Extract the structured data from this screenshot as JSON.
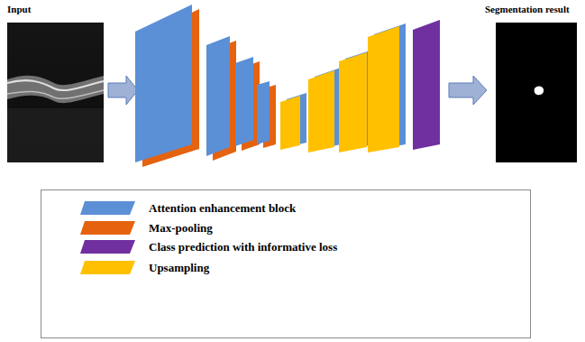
{
  "diagram": {
    "labels": [
      "Input",
      "Segmentation result"
    ],
    "legend": [
      {
        "text": "Attention enhancement block",
        "color": "#5b8fd6"
      },
      {
        "text": "Max-pooling",
        "color": "#e5620f"
      },
      {
        "text": "Class prediction with informative loss",
        "color": "#7030a0"
      },
      {
        "text": "Upsampling",
        "color": "#ffc000"
      }
    ]
  }
}
